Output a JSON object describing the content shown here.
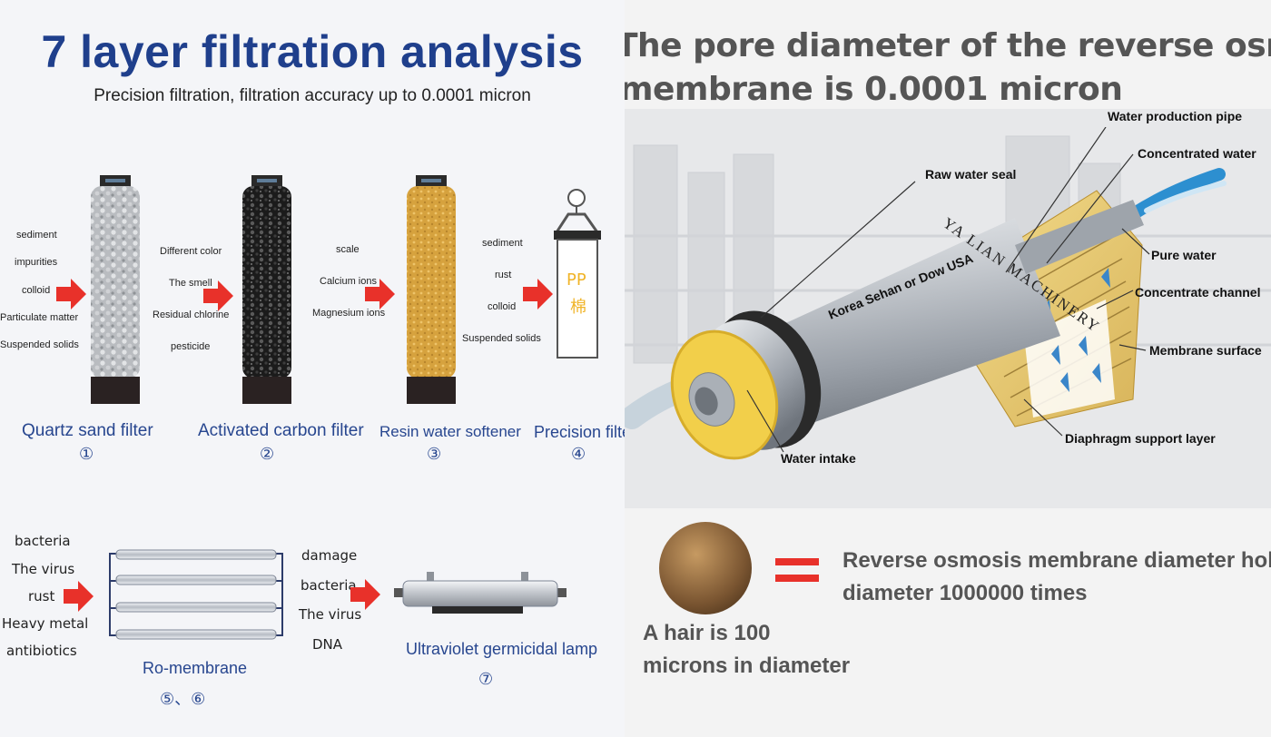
{
  "left_panel": {
    "title": "7 layer filtration analysis",
    "subtitle": "Precision filtration, filtration accuracy up to 0.0001 micron",
    "filters": [
      {
        "name": "Quartz sand filter",
        "number": "①",
        "inputs": [
          "sediment",
          "impurities",
          "colloid",
          "Particulate matter",
          "Suspended solids"
        ]
      },
      {
        "name": "Activated carbon filter",
        "number": "②",
        "inputs": [
          "Different color",
          "The smell",
          "Residual chlorine",
          "pesticide"
        ]
      },
      {
        "name": "Resin water softener",
        "number": "③",
        "inputs": [
          "scale",
          "Calcium ions",
          "Magnesium ions"
        ]
      },
      {
        "name": "Precision filter",
        "number": "④",
        "inputs": [
          "sediment",
          "rust",
          "colloid",
          "Suspended solids"
        ],
        "cartridge_label_1": "PP",
        "cartridge_label_2": "棉"
      }
    ],
    "ro_membrane": {
      "name": "Ro-membrane",
      "number": "⑤、⑥",
      "inputs": [
        "bacteria",
        "The virus",
        "rust",
        "Heavy metal",
        "antibiotics"
      ]
    },
    "uv_lamp": {
      "name": "Ultraviolet germicidal lamp",
      "number": "⑦",
      "inputs": [
        "damage",
        "bacteria",
        "The virus",
        "DNA"
      ]
    }
  },
  "right_panel": {
    "title_line1": "The pore diameter of the reverse osmosis",
    "title_line2": "membrane is 0.0001 micron",
    "callouts": {
      "water_production_pipe": "Water production pipe",
      "concentrated_water": "Concentrated water",
      "raw_water_seal": "Raw water seal",
      "pure_water": "Pure water",
      "concentrate_channel": "Concentrate channel",
      "membrane_surface": "Membrane surface",
      "diaphragm_support_layer": "Diaphragm support layer",
      "water_intake": "Water intake"
    },
    "membrane_brand": "Korea Sehan or Dow USA",
    "watermark": "YA LIAN MACHINERY",
    "comparison_line1": "Reverse osmosis membrane diameter hole",
    "comparison_line2": "diameter 1000000 times",
    "hair_line1": "A hair is 100",
    "hair_line2": "microns in diameter"
  },
  "colors": {
    "title_blue": "#1f3f8c",
    "label_blue": "#27468f",
    "arrow_red": "#e8312a",
    "heading_gray": "#555555"
  }
}
